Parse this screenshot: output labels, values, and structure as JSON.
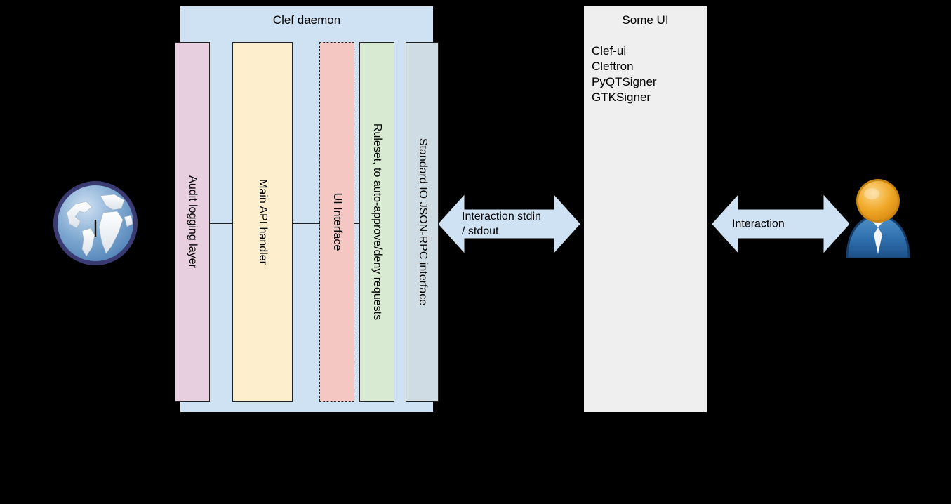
{
  "diagram": {
    "background": "#000000",
    "daemon": {
      "title": "Clef daemon",
      "fill": "#cfe2f3",
      "columns": [
        {
          "name": "audit-logging-layer",
          "label": "Audit logging layer",
          "fill": "#e8cfe0",
          "border": "solid"
        },
        {
          "name": "main-api-handler",
          "label": "Main API handler",
          "fill": "#fdefce",
          "border": "solid"
        },
        {
          "name": "ui-interface",
          "label": "UI Interface",
          "fill": "#f4c7c3",
          "border": "dashed"
        },
        {
          "name": "ruleset",
          "label": "Ruleset, to auto-approve/deny requests",
          "fill": "#d9ead3",
          "border": "solid"
        },
        {
          "name": "standard-io-jsonrpc",
          "label": "Standard IO JSON-RPC interface",
          "fill": "#cfdce3",
          "border": "solid"
        }
      ]
    },
    "some_ui": {
      "title": "Some UI",
      "fill": "#efefef",
      "items": [
        "Clef-ui",
        "Cleftron",
        "PyQTSigner",
        "GTKSigner"
      ]
    },
    "arrows": [
      {
        "name": "arrow-stdin-stdout",
        "label": "Interaction stdin\n/ stdout",
        "fill": "#cfe2f3"
      },
      {
        "name": "arrow-interaction",
        "label": "Interaction",
        "fill": "#cfe2f3"
      }
    ],
    "icons": [
      {
        "name": "globe-icon",
        "title": "internet"
      },
      {
        "name": "user-icon",
        "title": "user"
      }
    ]
  }
}
